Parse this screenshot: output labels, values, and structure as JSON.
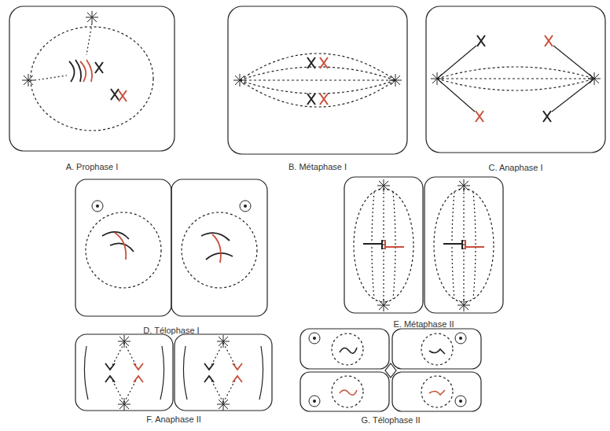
{
  "diagram": {
    "nodes": [
      {
        "text": [
          "A. Prophase I"
        ]
      },
      {
        "text": [
          "B. Métaphase I"
        ]
      },
      {
        "text": [
          "C. Anaphase I"
        ]
      },
      {
        "text": [
          "D. Télophase I"
        ]
      },
      {
        "text": [
          "E. Métaphase II"
        ]
      },
      {
        "text": [
          "F. Anaphase II"
        ]
      },
      {
        "text": [
          "G. Télophase II"
        ]
      }
    ]
  }
}
